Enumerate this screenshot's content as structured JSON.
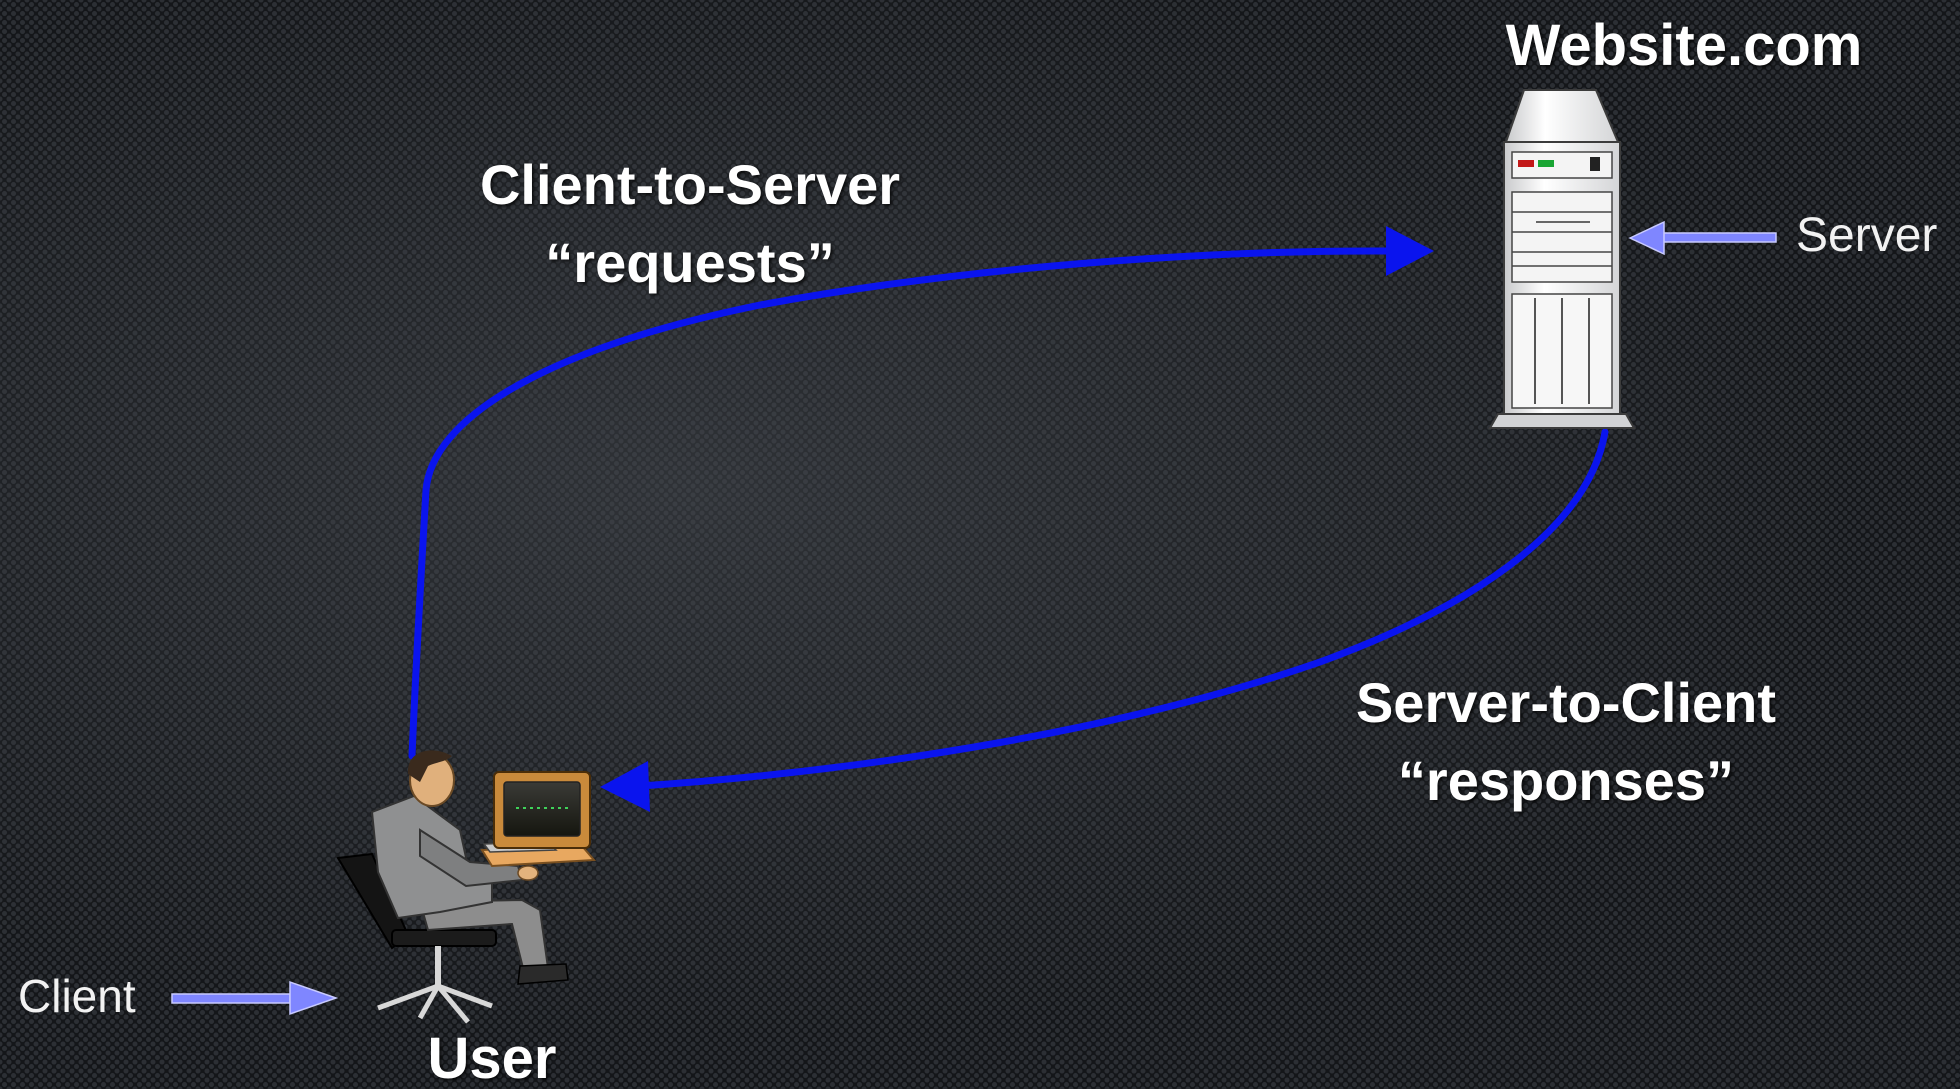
{
  "diagram": {
    "server_title": "Website.com",
    "server_label": "Server",
    "client_label": "Client",
    "user_label": "User",
    "request_label": {
      "line1": "Client-to-Server",
      "line2": "“requests”"
    },
    "response_label": {
      "line1": "Server-to-Client",
      "line2": "“responses”"
    }
  },
  "colors": {
    "flow_arrow": "#0a14ee",
    "pointer_arrow": "#7f86ff",
    "text": "#ffffff"
  },
  "icons": {
    "server": "server-tower-icon",
    "user": "user-at-computer-icon"
  }
}
